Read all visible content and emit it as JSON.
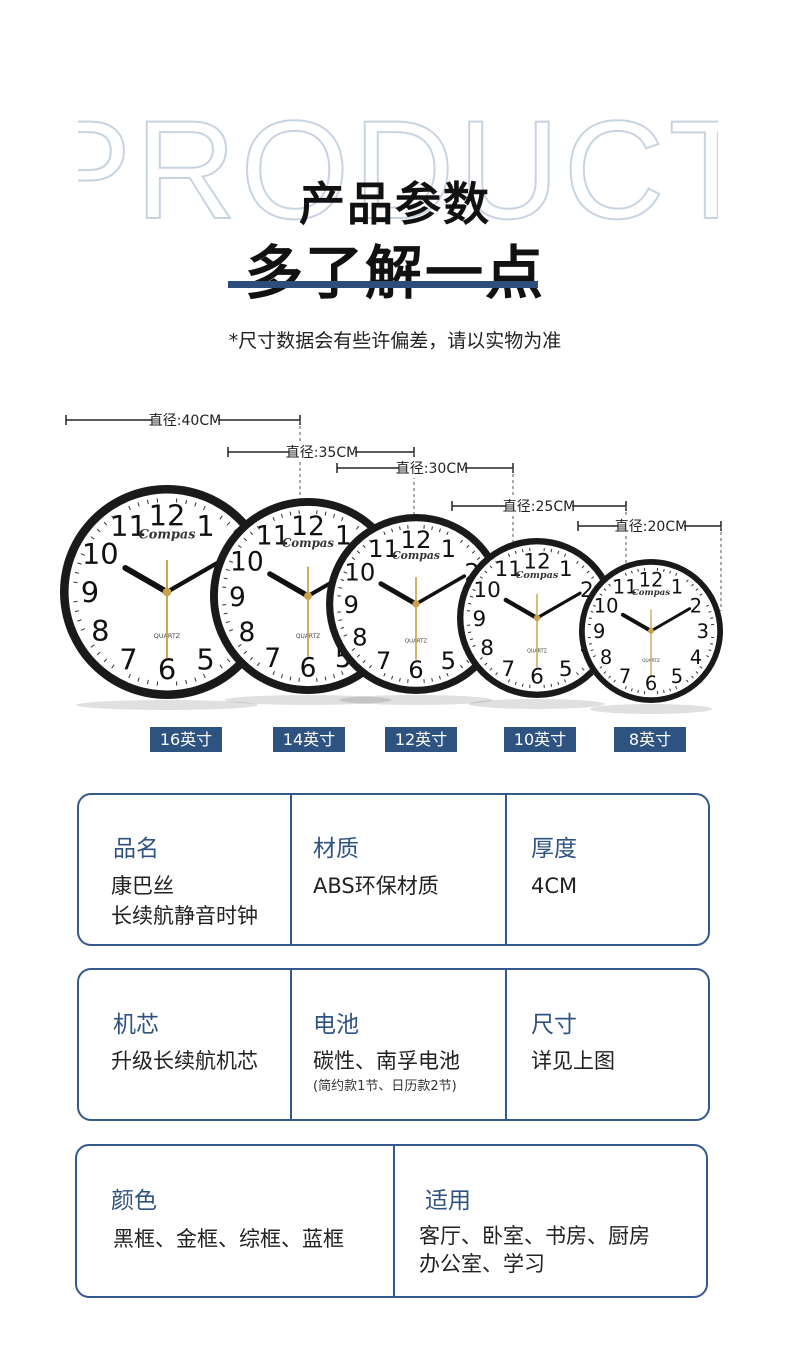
{
  "header": {
    "bg_word": "PRODUCT",
    "title_line1": "产品参数",
    "title_line2": "多了解一点",
    "note": "*尺寸数据会有些许偏差，请以实物为准"
  },
  "clocks": {
    "brand": "Compas",
    "quartz": "QUARTZ",
    "items": [
      {
        "diameter_label": "直径:40CM",
        "size_tag": "16英寸"
      },
      {
        "diameter_label": "直径:35CM",
        "size_tag": "14英寸"
      },
      {
        "diameter_label": "直径:30CM",
        "size_tag": "12英寸"
      },
      {
        "diameter_label": "直径:25CM",
        "size_tag": "10英寸"
      },
      {
        "diameter_label": "直径:20CM",
        "size_tag": "8英寸"
      }
    ]
  },
  "specs": {
    "row1": [
      {
        "label": "品名",
        "lines": [
          "康巴丝",
          "长续航静音时钟"
        ]
      },
      {
        "label": "材质",
        "lines": [
          "ABS环保材质"
        ]
      },
      {
        "label": "厚度",
        "lines": [
          "4CM"
        ]
      }
    ],
    "row2": [
      {
        "label": "机芯",
        "lines": [
          "升级长续航机芯"
        ]
      },
      {
        "label": "电池",
        "lines": [
          "碳性、南孚电池"
        ],
        "sub": "(简约款1节、日历款2节)"
      },
      {
        "label": "尺寸",
        "lines": [
          "详见上图"
        ]
      }
    ],
    "row3": [
      {
        "label": "颜色",
        "lines": [
          "黑框、金框、综框、蓝框"
        ]
      },
      {
        "label": "适用",
        "lines": [
          "客厅、卧室、书房、厨房",
          "办公室、学习"
        ]
      }
    ]
  },
  "colors": {
    "accent": "#2f5381",
    "frame": "#1a1a1a",
    "gold_hand": "#c9a24a"
  }
}
